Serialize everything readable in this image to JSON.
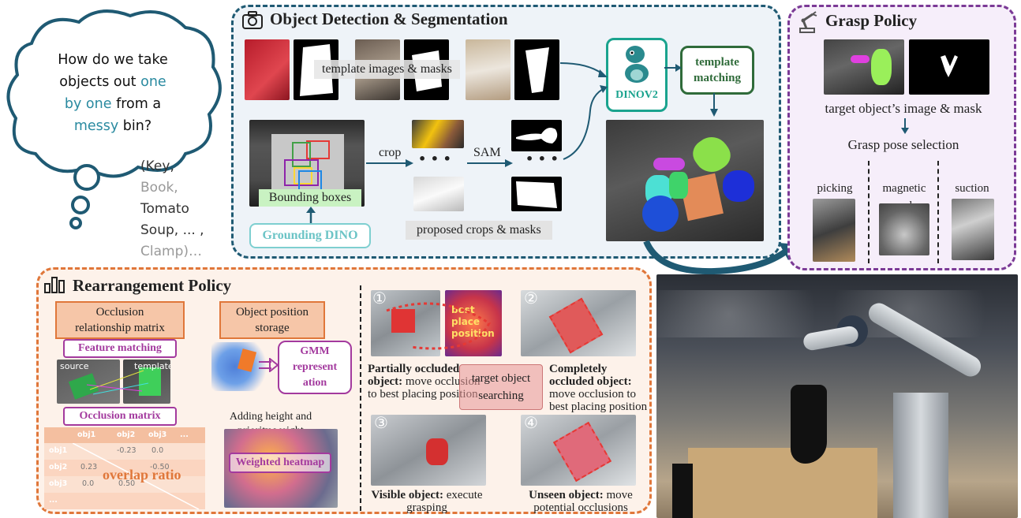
{
  "thought": {
    "question_parts": [
      "How do we take",
      "objects out ",
      "one",
      "by one",
      " from a",
      "messy",
      " bin?"
    ],
    "items": [
      "(Key,",
      "Book,",
      "Tomato",
      "Soup, ... ,",
      "Clamp)…"
    ]
  },
  "detection": {
    "title": "Object Detection & Segmentation",
    "template_label": "template images & masks",
    "dinov2": "DINOV2",
    "template_matching": "template\nmatching",
    "bounding_boxes": "Bounding boxes",
    "grounding_dino": "Grounding DINO",
    "crop": "crop",
    "sam": "SAM",
    "dots": "• • •",
    "proposed": "proposed crops & masks"
  },
  "grasp": {
    "title": "Grasp Policy",
    "target_label": "target object’s image & mask",
    "selection": "Grasp pose selection",
    "modes": [
      "picking\nmode",
      "magnetic\nmode",
      "suction\nmode"
    ]
  },
  "rearrangement": {
    "title": "Rearrangement Policy",
    "occlusion_matrix_box": "Occlusion\nrelationship matrix",
    "feature_matching": "Feature matching",
    "source": "source",
    "template": "template",
    "occlusion_matrix": "Occlusion matrix",
    "matrix_headers": [
      "obj1",
      "obj2",
      "obj3",
      "..."
    ],
    "matrix_rows": [
      {
        "name": "obj1",
        "cells": [
          "",
          "-0.23",
          "0.0",
          ""
        ]
      },
      {
        "name": "obj2",
        "cells": [
          "0.23",
          "",
          "-0.50",
          ""
        ]
      },
      {
        "name": "obj3",
        "cells": [
          "0.0",
          "0.50",
          "",
          ""
        ]
      },
      {
        "name": "...",
        "cells": [
          "",
          "",
          "",
          ""
        ]
      }
    ],
    "overlap_ratio": "overlap ratio",
    "position_storage": "Object position\nstorage",
    "gmm": "GMM\nrepresent\nation",
    "adding": "Adding height and\npriority weight",
    "weighted_heatmap": "Weighted heatmap",
    "best_place": "best\nplace\nposition",
    "target_search": "target object\nsearching",
    "cases": [
      {
        "num": "①",
        "bold": "Partially occluded object:",
        "text": " move occlusion to best placing position"
      },
      {
        "num": "②",
        "bold": "Completely occluded object:",
        "text": " move occlusion to best placing position"
      },
      {
        "num": "③",
        "bold": "Visible object:",
        "text": " execute grasping"
      },
      {
        "num": "④",
        "bold": "Unseen object:",
        "text": " move potential occlusions"
      }
    ]
  },
  "colors": {
    "detection_border": "#1f5a73",
    "grasp_border": "#7b3a96",
    "rearrangement_border": "#e0773a",
    "accent_teal": "#2a8aa0",
    "dinov2_green": "#1aa38e"
  }
}
